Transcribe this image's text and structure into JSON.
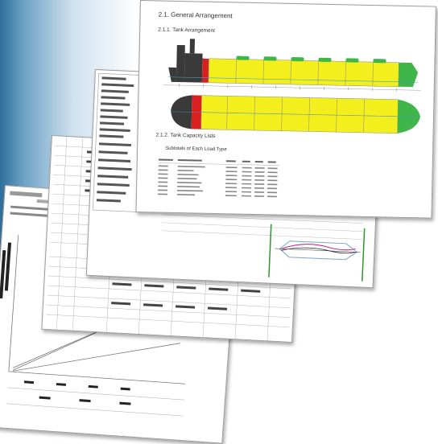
{
  "arrangement_sheet": {
    "heading": "2.1. General Arrangement",
    "section_tank_arrangement": "2.1.1. Tank Arrangement",
    "section_capacity_lists": "2.1.2. Tank Capacity Lists",
    "caption_subtotals": "Subtotals of Each Load Type"
  },
  "colors": {
    "tank_yellow": "#f2ef1c",
    "hull_green": "#3fb54a",
    "engine_red": "#d92020",
    "superstructure_dark": "#3a3a3a",
    "curve_orange": "#e05a10",
    "fill_blue": "#3a3ab0",
    "curve_magenta": "#c0148c",
    "axis_green": "#2a9a2a"
  }
}
